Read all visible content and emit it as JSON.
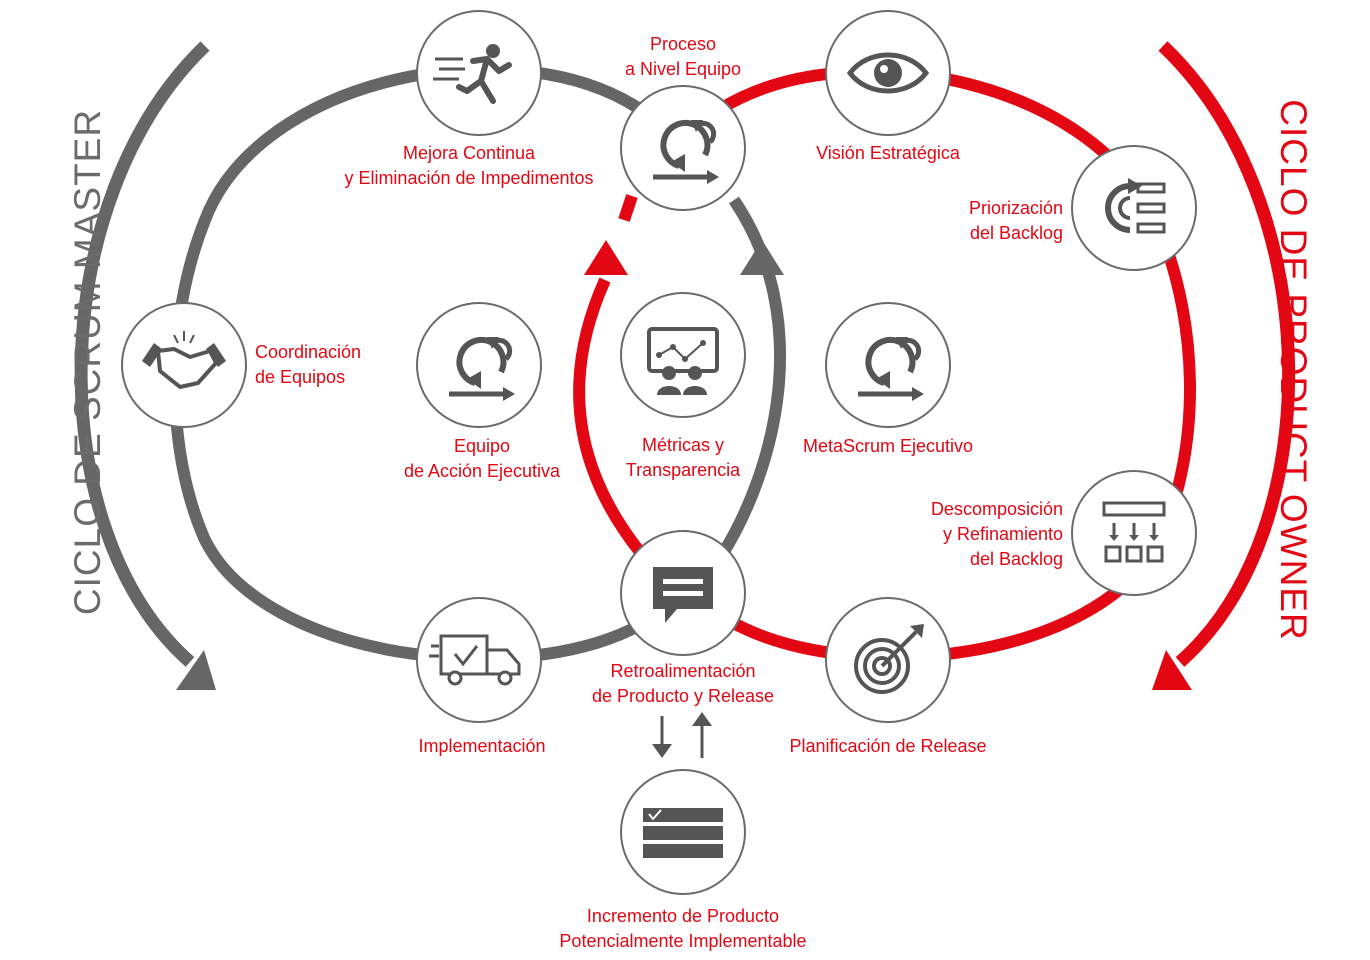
{
  "colors": {
    "gray": "#666666",
    "red": "#e30613",
    "circle_border": "#6b6b6b",
    "icon": "#555555"
  },
  "cycles": {
    "scrum_master": "CICLO DE SCRUM MASTER",
    "product_owner": "CICLO DE PRODUCT OWNER"
  },
  "nodes": {
    "mejora": {
      "icon": "running-person-icon",
      "lines": [
        "Mejora Continua",
        "y Eliminación de Impedimentos"
      ]
    },
    "proceso": {
      "icon": "scrum-cycle-icon",
      "lines": [
        "Proceso",
        "a Nivel Equipo"
      ]
    },
    "vision": {
      "icon": "eye-icon",
      "lines": [
        "Visión Estratégica"
      ]
    },
    "priorizacion": {
      "icon": "backlog-priority-icon",
      "lines": [
        "Priorización",
        "del Backlog"
      ]
    },
    "coordinacion": {
      "icon": "handshake-icon",
      "lines": [
        "Coordinación",
        "de Equipos"
      ]
    },
    "equipo_accion": {
      "icon": "scrum-cycle-icon",
      "lines": [
        "Equipo",
        "de Acción Ejecutiva"
      ]
    },
    "metricas": {
      "icon": "metrics-board-icon",
      "lines": [
        "Métricas y",
        "Transparencia"
      ]
    },
    "metascrum": {
      "icon": "scrum-cycle-icon",
      "lines": [
        "MetaScrum Ejecutivo"
      ]
    },
    "descomposicion": {
      "icon": "backlog-decomposition-icon",
      "lines": [
        "Descomposición",
        "y Refinamiento",
        "del Backlog"
      ]
    },
    "implementacion": {
      "icon": "delivery-truck-icon",
      "lines": [
        "Implementación"
      ]
    },
    "retroalimentacion": {
      "icon": "feedback-chat-icon",
      "lines": [
        "Retroalimentación",
        "de Producto y Release"
      ]
    },
    "planificacion": {
      "icon": "target-icon",
      "lines": [
        "Planificación de Release"
      ]
    },
    "incremento": {
      "icon": "product-increment-icon",
      "lines": [
        "Incremento de Producto",
        "Potencialmente Implementable"
      ]
    }
  }
}
